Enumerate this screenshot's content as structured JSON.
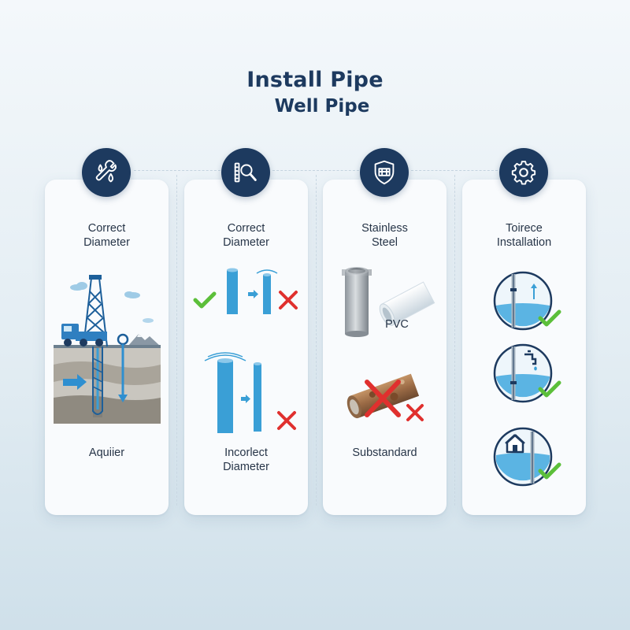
{
  "header": {
    "title": "Install Pipe",
    "subtitle": "Well Pipe"
  },
  "columns": [
    {
      "icon": "wrench-water-drops-icon",
      "heading": "Correct\nDiameter",
      "caption": "Aquiier"
    },
    {
      "icon": "magnifier-ruler-icon",
      "heading": "Correct\nDiameter",
      "caption": "Incorlect\nDiameter"
    },
    {
      "icon": "shield-pipe-icon",
      "heading": "Stainless\nSteel",
      "pvc_label": "PVC",
      "caption": "Substandard"
    },
    {
      "icon": "gear-icon",
      "heading": "Toirece\nInstallation"
    }
  ],
  "colors": {
    "navy": "#1d3a5f",
    "pipe_blue": "#3a9fd6",
    "check_green": "#5cbf3a",
    "cross_red": "#e0302e"
  }
}
